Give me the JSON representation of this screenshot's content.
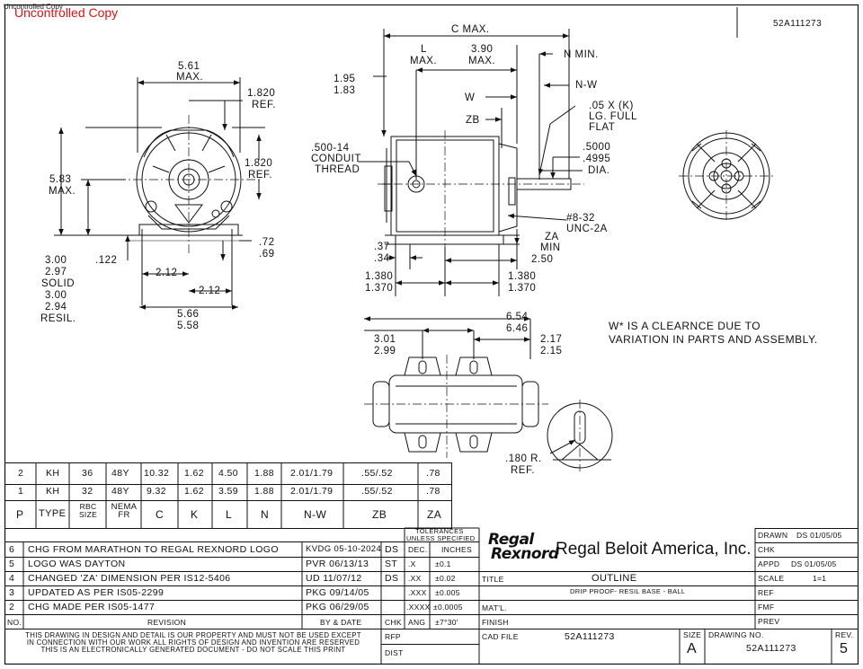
{
  "watermark": {
    "small": "Uncontrolled Copy",
    "large": "Uncontrolled Copy"
  },
  "header_drawing_no": "52A111273",
  "dims": {
    "d561": "5.61",
    "max": "MAX.",
    "d1820a": "1.820",
    "ref": "REF.",
    "d1820b": "1.820",
    "d583": "5.83",
    "d300": "3.00",
    "d297": "2.97",
    "solid": "SOLID",
    "d300b": "3.00",
    "d294": "2.94",
    "resil": "RESIL.",
    "d122": ".122",
    "d212a": "2.12",
    "d212b": "2.12",
    "d72": ".72",
    "d69": ".69",
    "d566": "5.66",
    "d558": "5.58",
    "cmax": "C MAX.",
    "l": "L",
    "d390": "3.90",
    "nmin": "N MIN.",
    "d195": "1.95",
    "d183": "1.83",
    "w": "W",
    "nw": "N-W",
    "zb": "ZB",
    "d05k": ".05 X (K)",
    "lgfull": "LG. FULL",
    "flat": "FLAT",
    "d50014": ".500-14",
    "conduit": "CONDUIT",
    "thread": "THREAD",
    "d5000": ".5000",
    "d4995": ".4995",
    "dia": "DIA.",
    "d832": "#8-32",
    "unc2a": "UNC-2A",
    "za": "ZA",
    "min": "MIN",
    "d37": ".37",
    "d34": ".34",
    "d250": "2.50",
    "d1380a": "1.380",
    "d1370a": "1.370",
    "d1380b": "1.380",
    "d1370b": "1.370",
    "d654": "6.54",
    "d646": "6.46",
    "d301": "3.01",
    "d299": "2.99",
    "d217": "2.17",
    "d215": "2.15",
    "d180r": ".180 R.",
    "ref2": "REF."
  },
  "note": {
    "line1": "W* IS A CLEARNCE DUE TO",
    "line2": "VARIATION IN PARTS AND ASSEMBLY."
  },
  "spec_table": {
    "rows": [
      [
        "2",
        "KH",
        "36",
        "48Y",
        "10.32",
        "1.62",
        "4.50",
        "1.88",
        "2.01/1.79",
        ".55/.52",
        ".78"
      ],
      [
        "1",
        "KH",
        "32",
        "48Y",
        "9.32",
        "1.62",
        "3.59",
        "1.88",
        "2.01/1.79",
        ".55/.52",
        ".78"
      ]
    ],
    "header": [
      "P",
      "TYPE",
      "RBC SIZE",
      "NEMA FR",
      "C",
      "K",
      "L",
      "N",
      "N-W",
      "ZB",
      "ZA"
    ]
  },
  "revisions": {
    "rows": [
      [
        "6",
        "CHG FROM MARATHON TO REGAL REXNORD LOGO",
        "KVDG 05-10-2024",
        "DS"
      ],
      [
        "5",
        "LOGO WAS DAYTON",
        "PVR  06/13/13",
        "ST"
      ],
      [
        "4",
        "CHANGED 'ZA' DIMENSION PER IS12-5406",
        "UD    11/07/12",
        "DS"
      ],
      [
        "3",
        "UPDATED AS PER IS05-2299",
        "PKG  09/14/05",
        ""
      ],
      [
        "2",
        "CHG MADE PER IS05-1477",
        "PKG  06/29/05",
        ""
      ]
    ],
    "header": {
      "no": "NO.",
      "revision": "REVISION",
      "by_date": "BY & DATE",
      "chk": "CHK"
    }
  },
  "tolerances": {
    "title1": "TOLERANCES",
    "title2": "UNLESS SPECIFIED",
    "dec": "DEC.",
    "inches": "INCHES",
    "rows": [
      [
        ".X",
        "±0.1"
      ],
      [
        ".XX",
        "±0.02"
      ],
      [
        ".XXX",
        "±0.005"
      ],
      [
        ".XXXX",
        "±0.0005"
      ]
    ],
    "ang": "ANG",
    "ang_val": "±7°30'"
  },
  "logo": {
    "line1": "Regal",
    "line2": "Rexnord"
  },
  "company": "Regal Beloit America, Inc.",
  "title_block": {
    "title_label": "TITLE",
    "title": "OUTLINE",
    "subtitle": "DRIP PROOF- RESIL BASE - BALL",
    "matl": "MAT'L.",
    "finish": "FINISH",
    "rfp": "RFP",
    "dist": "DIST",
    "cad_label": "CAD FILE",
    "cad": "52A111273",
    "size_label": "SIZE",
    "size": "A",
    "dwg_label": "DRAWING NO.",
    "dwg": "52A111273",
    "rev_label": "REV.",
    "rev": "5",
    "drawn_label": "DRAWN",
    "drawn": "DS 01/05/05",
    "chk_label": "CHK",
    "appd_label": "APPD",
    "appd": "DS 01/05/05",
    "scale_label": "SCALE",
    "scale": "1=1",
    "ref_label": "REF",
    "fmf_label": "FMF",
    "prev_label": "PREV"
  },
  "disclaimer": {
    "l1": "THIS DRAWING IN DESIGN AND DETAIL IS OUR PROPERTY AND MUST NOT BE USED EXCEPT",
    "l2": "IN CONNECTION WITH OUR WORK ALL RIGHTS OF DESIGN AND INVENTION ARE RESERVED",
    "l3": "THIS IS AN ELECTRONICALLY GENERATED DOCUMENT - DO NOT SCALE THIS PRINT"
  }
}
